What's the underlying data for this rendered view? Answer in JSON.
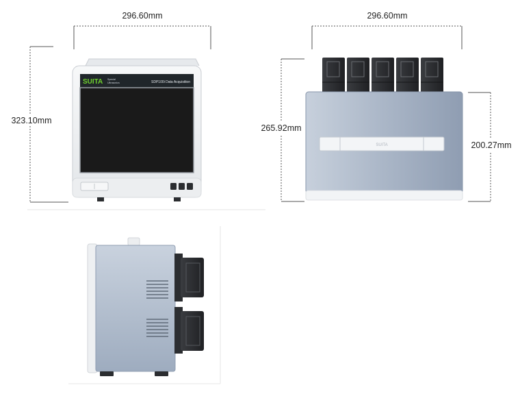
{
  "dimensions": {
    "front_width": "296.60mm",
    "front_height": "323.10mm",
    "top_width": "296.60mm",
    "top_total_height": "265.92mm",
    "top_body_height": "200.27mm"
  },
  "device": {
    "brand_logo": "SUITA",
    "brand_sub_1": "Special",
    "brand_sub_2": "Ultrasonics",
    "model_title": "SDP100i  Data Acquisition",
    "handle_label": "SUITA"
  },
  "colors": {
    "screen": "#1a1a1a",
    "bezel": "#eef0f2",
    "body_blue": "#a7b4c6",
    "connector": "#2c2e31",
    "accent": "#6fcf2f"
  }
}
